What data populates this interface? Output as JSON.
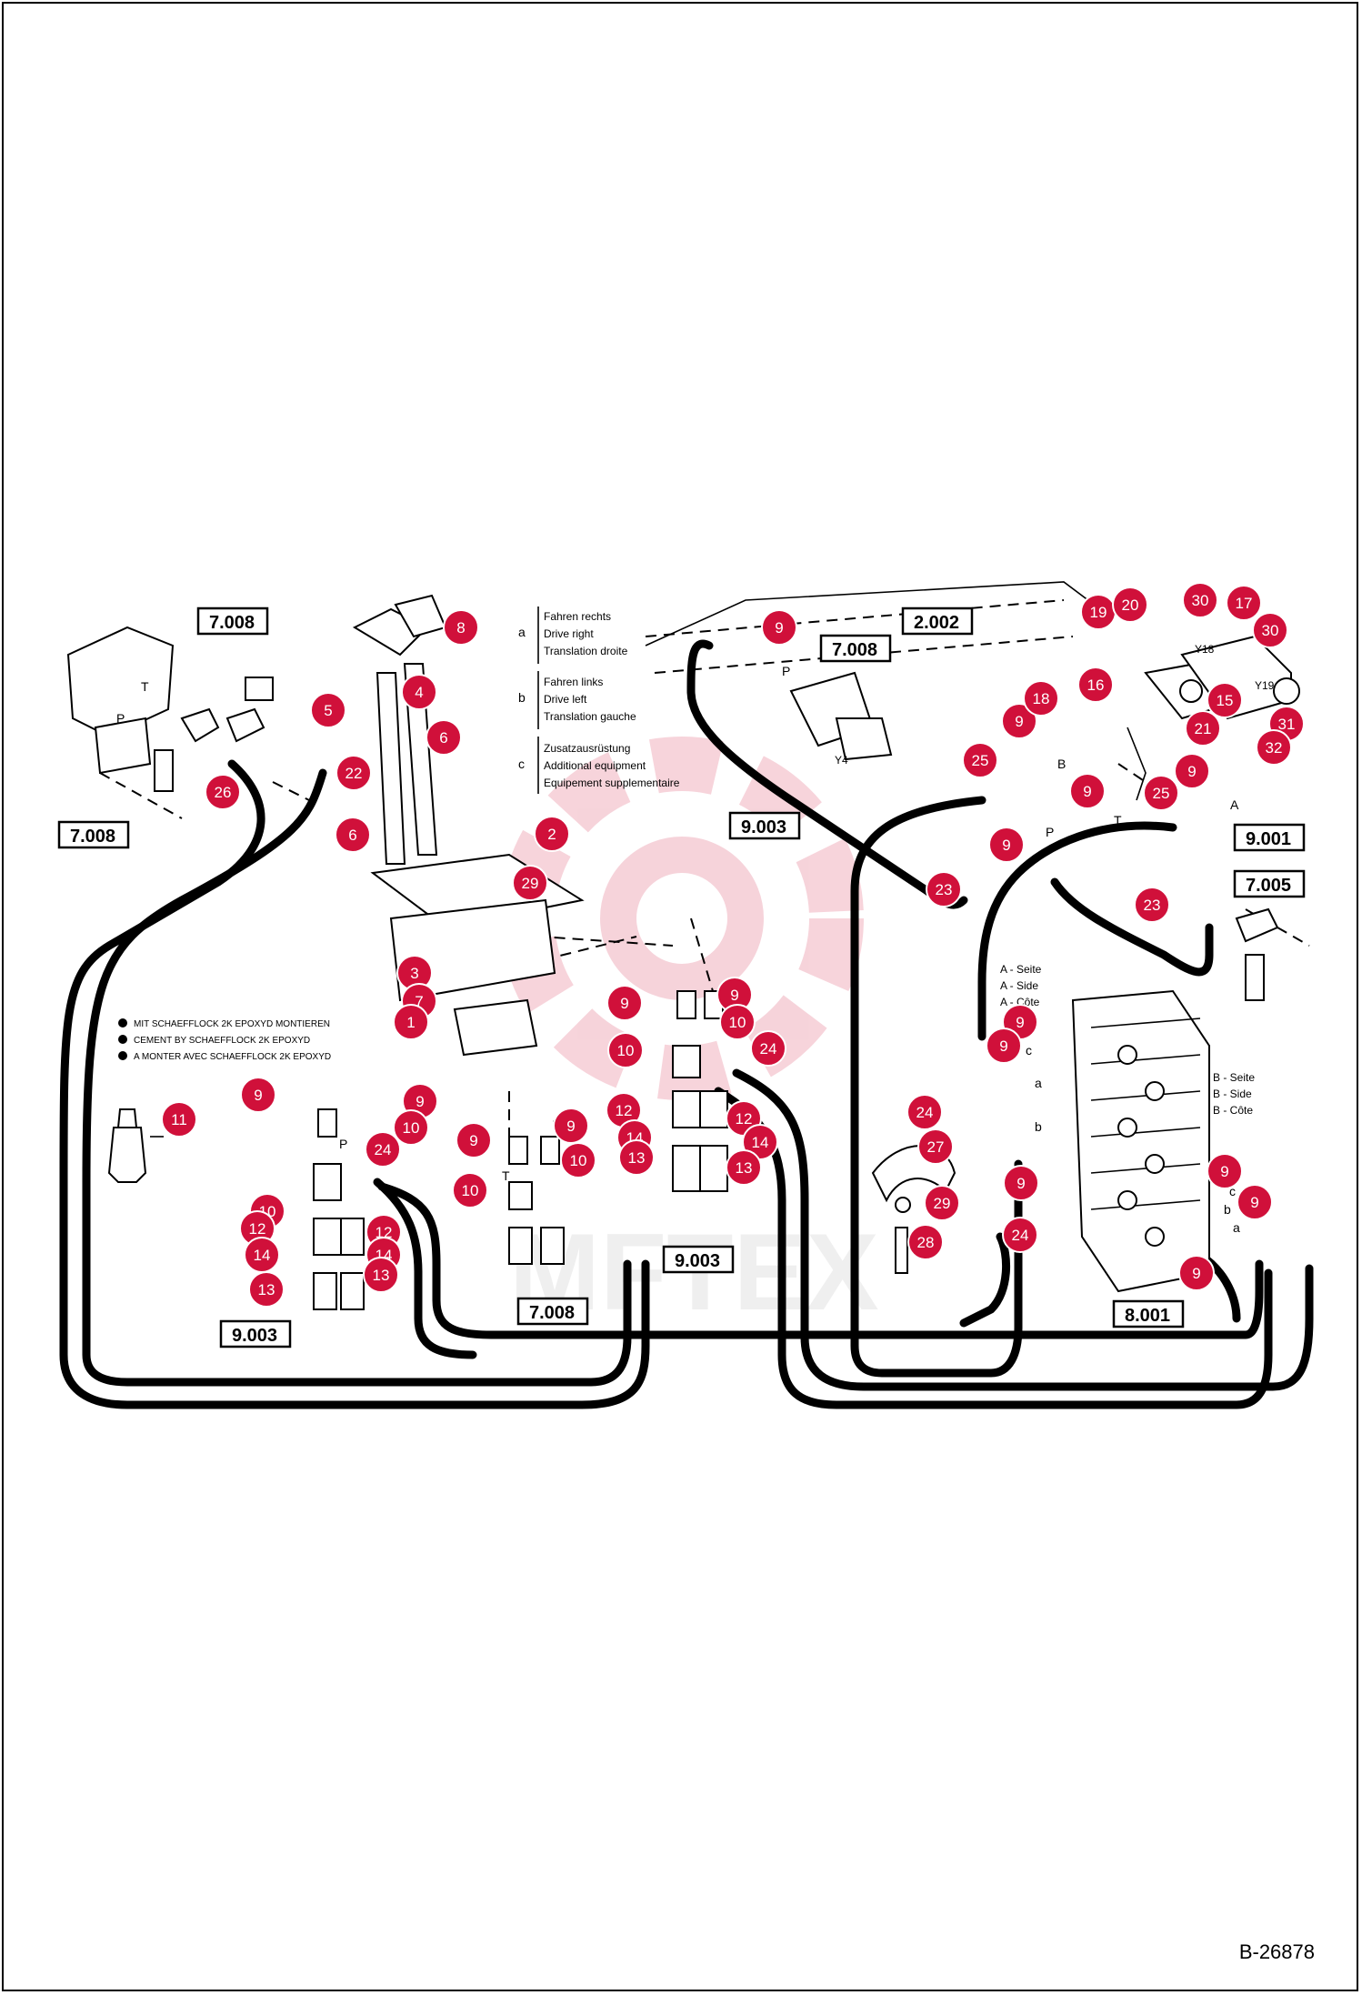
{
  "document_id": "B-26878",
  "watermark": "MFTEX",
  "ref_boxes": [
    {
      "id": "rb1",
      "label": "7.008"
    },
    {
      "id": "rb2",
      "label": "7.008"
    },
    {
      "id": "rb3",
      "label": "7.008"
    },
    {
      "id": "rb4",
      "label": "2.002"
    },
    {
      "id": "rb5",
      "label": "9.003"
    },
    {
      "id": "rb6",
      "label": "9.001"
    },
    {
      "id": "rb7",
      "label": "7.005"
    },
    {
      "id": "rb8",
      "label": "9.003"
    },
    {
      "id": "rb9",
      "label": "7.008"
    },
    {
      "id": "rb10",
      "label": "9.003"
    },
    {
      "id": "rb11",
      "label": "8.001"
    }
  ],
  "notes": {
    "a": {
      "letter": "a",
      "lines": [
        "Fahren rechts",
        "Drive right",
        "Translation droite"
      ]
    },
    "b": {
      "letter": "b",
      "lines": [
        "Fahren links",
        "Drive left",
        "Translation gauche"
      ]
    },
    "c": {
      "letter": "c",
      "lines": [
        "Zusatzausrüstung",
        "Additional equipment",
        "Equipement supplementaire"
      ]
    }
  },
  "legend": [
    "MIT SCHAEFFLOCK 2K EPOXYD MONTIEREN",
    "CEMENT BY SCHAEFFLOCK 2K EPOXYD",
    "A MONTER AVEC SCHAEFFLOCK 2K EPOXYD"
  ],
  "side_labels": {
    "a": [
      "A - Seite",
      "A - Side",
      "A - Côte"
    ],
    "b": [
      "B - Seite",
      "B - Side",
      "B - Côte"
    ]
  },
  "port_labels": [
    "P",
    "T",
    "P",
    "T",
    "P",
    "T",
    "P",
    "T",
    "A",
    "B",
    "a",
    "b",
    "c",
    "a",
    "b",
    "c",
    "Y18",
    "Y19",
    "Y4"
  ],
  "callouts": [
    {
      "id": "c1",
      "label": "8"
    },
    {
      "id": "c2",
      "label": "5"
    },
    {
      "id": "c3",
      "label": "4"
    },
    {
      "id": "c4",
      "label": "6"
    },
    {
      "id": "c5",
      "label": "6"
    },
    {
      "id": "c6",
      "label": "2"
    },
    {
      "id": "c7",
      "label": "29"
    },
    {
      "id": "c8",
      "label": "3"
    },
    {
      "id": "c9",
      "label": "7"
    },
    {
      "id": "c10",
      "label": "1"
    },
    {
      "id": "c11",
      "label": "26"
    },
    {
      "id": "c12",
      "label": "22"
    },
    {
      "id": "c13",
      "label": "11"
    },
    {
      "id": "c14",
      "label": "9"
    },
    {
      "id": "c15",
      "label": "9"
    },
    {
      "id": "c16",
      "label": "10"
    },
    {
      "id": "c17",
      "label": "24"
    },
    {
      "id": "c18",
      "label": "10"
    },
    {
      "id": "c19",
      "label": "12"
    },
    {
      "id": "c20",
      "label": "14"
    },
    {
      "id": "c21",
      "label": "13"
    },
    {
      "id": "c22",
      "label": "12"
    },
    {
      "id": "c23",
      "label": "14"
    },
    {
      "id": "c24",
      "label": "13"
    },
    {
      "id": "c25",
      "label": "9"
    },
    {
      "id": "c26",
      "label": "9"
    },
    {
      "id": "c27",
      "label": "10"
    },
    {
      "id": "c28",
      "label": "10"
    },
    {
      "id": "c29",
      "label": "9"
    },
    {
      "id": "c30",
      "label": "9"
    },
    {
      "id": "c31",
      "label": "10"
    },
    {
      "id": "c32",
      "label": "10"
    },
    {
      "id": "c33",
      "label": "24"
    },
    {
      "id": "c34",
      "label": "12"
    },
    {
      "id": "c35",
      "label": "12"
    },
    {
      "id": "c36",
      "label": "14"
    },
    {
      "id": "c37",
      "label": "14"
    },
    {
      "id": "c38",
      "label": "13"
    },
    {
      "id": "c39",
      "label": "13"
    },
    {
      "id": "c40",
      "label": "9"
    },
    {
      "id": "c41",
      "label": "9"
    },
    {
      "id": "c42",
      "label": "18"
    },
    {
      "id": "c43",
      "label": "25"
    },
    {
      "id": "c44",
      "label": "9"
    },
    {
      "id": "c45",
      "label": "23"
    },
    {
      "id": "c46",
      "label": "9"
    },
    {
      "id": "c47",
      "label": "25"
    },
    {
      "id": "c48",
      "label": "9"
    },
    {
      "id": "c49",
      "label": "23"
    },
    {
      "id": "c50",
      "label": "19"
    },
    {
      "id": "c51",
      "label": "20"
    },
    {
      "id": "c52",
      "label": "30"
    },
    {
      "id": "c53",
      "label": "17"
    },
    {
      "id": "c54",
      "label": "30"
    },
    {
      "id": "c55",
      "label": "16"
    },
    {
      "id": "c56",
      "label": "15"
    },
    {
      "id": "c57",
      "label": "21"
    },
    {
      "id": "c58",
      "label": "31"
    },
    {
      "id": "c59",
      "label": "32"
    },
    {
      "id": "c60",
      "label": "9"
    },
    {
      "id": "c61",
      "label": "9"
    },
    {
      "id": "c62",
      "label": "24"
    },
    {
      "id": "c63",
      "label": "27"
    },
    {
      "id": "c64",
      "label": "29"
    },
    {
      "id": "c65",
      "label": "28"
    },
    {
      "id": "c66",
      "label": "9"
    },
    {
      "id": "c67",
      "label": "24"
    },
    {
      "id": "c68",
      "label": "9"
    },
    {
      "id": "c69",
      "label": "9"
    },
    {
      "id": "c70",
      "label": "9"
    }
  ]
}
